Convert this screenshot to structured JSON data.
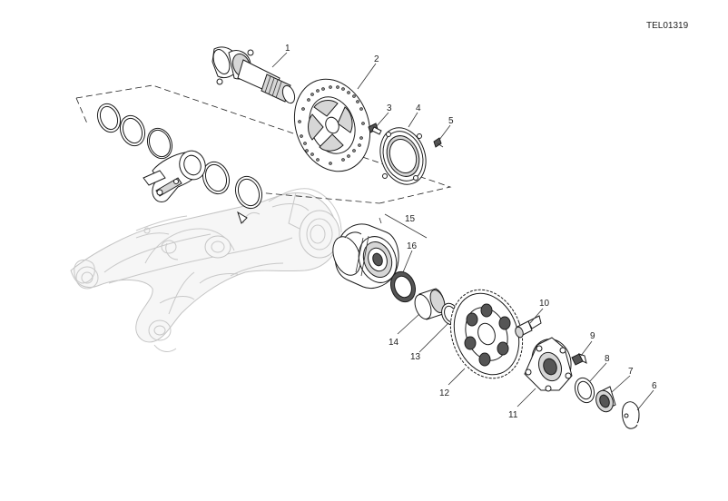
{
  "drawing_code": "TEL01319",
  "callouts": {
    "c1": "1",
    "c2": "2",
    "c3": "3",
    "c4": "4",
    "c5": "5",
    "c6": "6",
    "c7": "7",
    "c8": "8",
    "c9": "9",
    "c10": "10",
    "c11": "11",
    "c12": "12",
    "c13": "13",
    "c14": "14",
    "c15": "15",
    "c16": "16"
  },
  "colors": {
    "line": "#1c1c1c",
    "ghost_line": "#c8c8c8",
    "background": "#ffffff"
  }
}
